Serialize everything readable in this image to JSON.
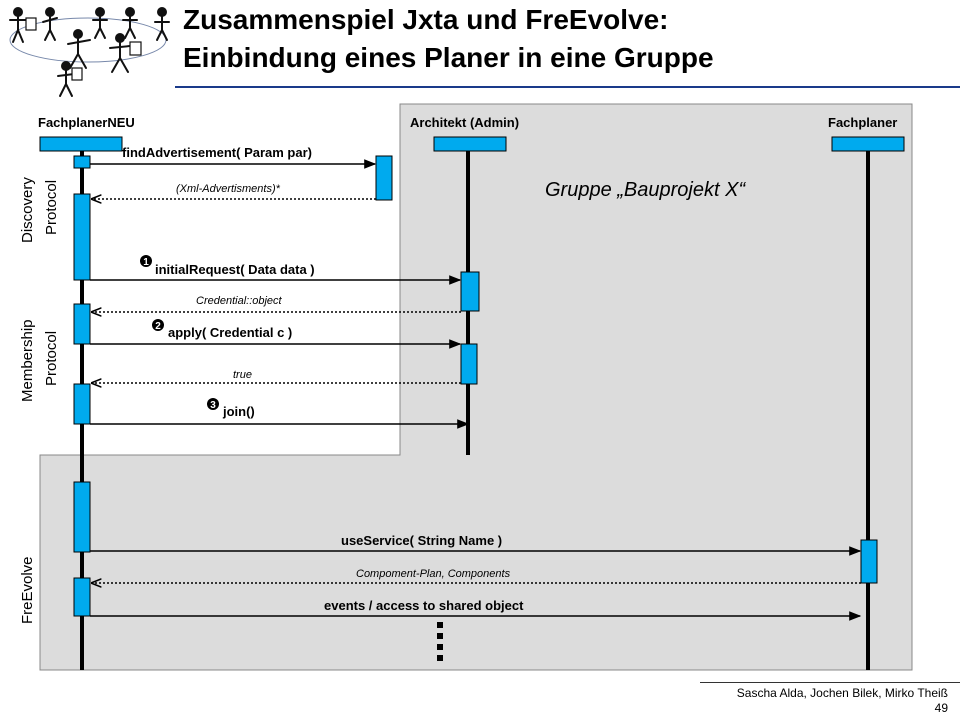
{
  "title": {
    "line1": "Zusammenspiel Jxta und FreEvolve:",
    "line2": "Einbindung eines Planer in eine Gruppe"
  },
  "lifelines": [
    "FachplanerNEU",
    "Architekt (Admin)",
    "Fachplaner"
  ],
  "sections": {
    "discovery_line1": "Discovery",
    "discovery_line2": "Protocol",
    "membership_line1": "Membership",
    "membership_line2": "Protocol",
    "freevolve": "FreEvolve"
  },
  "group_label": "Gruppe „Bauprojekt X“",
  "messages": {
    "find_advertisement": "findAdvertisement( Param par)",
    "xml_advertisments": "(Xml-Advertisments)*",
    "initial_request": "initialRequest( Data data )",
    "credential_object": "Credential::object",
    "apply": "apply( Credential c )",
    "true_return": "true",
    "join": "join()",
    "use_service": "useService( String Name )",
    "component_plan": "Compoment-Plan,  Components",
    "events": "events / access to shared object"
  },
  "step_numbers": [
    "1",
    "2",
    "3"
  ],
  "footer": {
    "authors": "Sascha Alda, Jochen Bilek, Mirko Theiß",
    "page": "49"
  },
  "colors": {
    "activation": "#00aaee",
    "region": "#dcdcdc",
    "title_rule": "#1a3a8a"
  },
  "icons": [
    "stick-figures-group-logo"
  ]
}
